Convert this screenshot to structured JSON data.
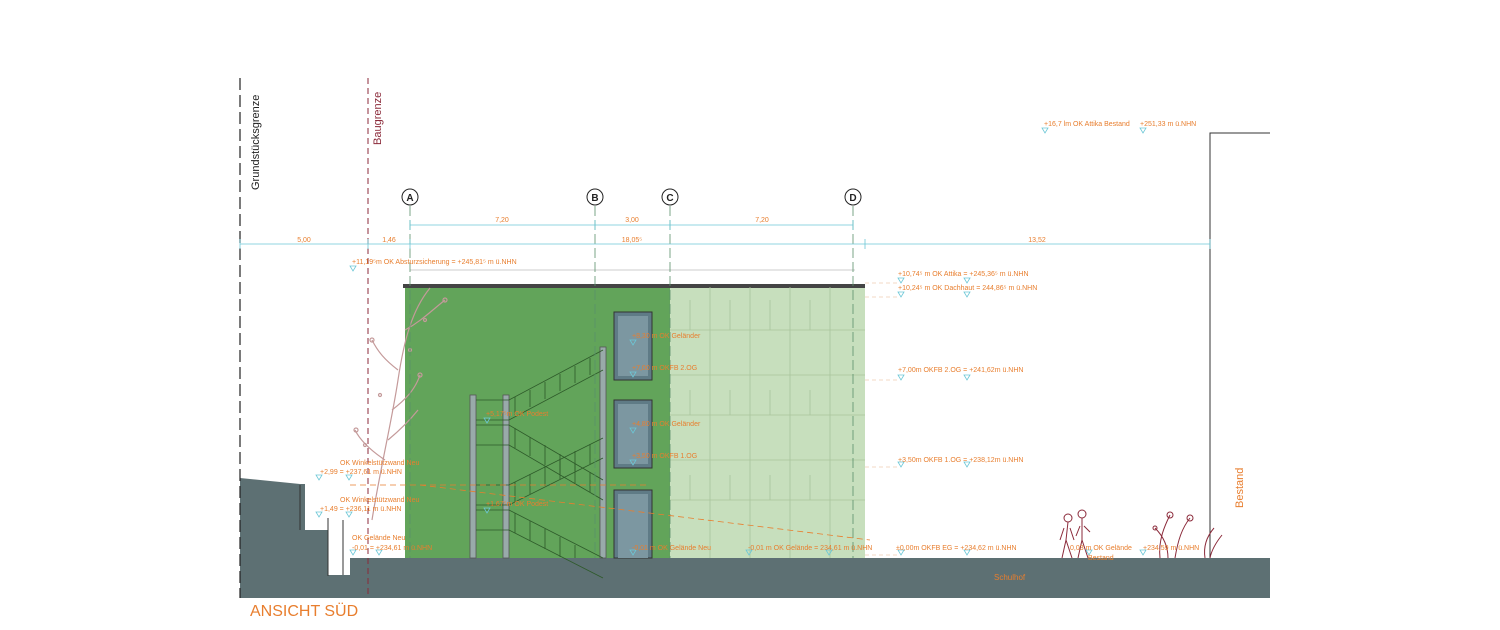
{
  "title": "ANSICHT SÜD",
  "boundary_labels": {
    "plot": "Grundstücksgrenze",
    "building_line": "Baugrenze",
    "existing": "Bestand"
  },
  "ground_label": "Schulhof",
  "axes": [
    "A",
    "B",
    "C",
    "D"
  ],
  "dimensions": {
    "upper": [
      "7,20",
      "3,00",
      "7,20"
    ],
    "lower": [
      "5,00",
      "1,46",
      "18,05⁵",
      "13,52"
    ]
  },
  "levels_right": {
    "attika_bestand": "+16,7 lm OK Attika Bestand",
    "attika_bestand_nhn": "+251,33 m ü.NHN",
    "attika": "+10,74⁵ m OK Attika = +245,36⁵ m ü.NHN",
    "dachhaut": "+10,24⁵ m OK Dachhaut = 244,86⁵ m ü.NHN",
    "okfb_2og": "+7,00m OKFB 2.OG = +241,62m ü.NHN",
    "okfb_1og": "+3,50m OKFB 1.OG = +238,12m ü.NHN",
    "okfb_eg": "±0,00m OKFB EG = +234,62 m ü.NHN",
    "gelaende_bestand": "0,03 m OK Gelände",
    "gelaende_bestand_2": "Bestand",
    "gelaende_bestand_nhn": "+234,59 m ü.NHN"
  },
  "levels_left": {
    "absturz": "+11,19⁵m OK Absturzsicherung = +245,81⁵ m ü.NHN",
    "winkel1_a": "OK Winkelstützwand Neu",
    "winkel1_b": "+2,99 = +237,61 m ü.NHN",
    "winkel2_a": "OK Winkelstützwand Neu",
    "winkel2_b": "+1,49 = +236,11 m ü.NHN",
    "gelaende_neu_a": "OK Gelände Neu",
    "gelaende_neu_b": "-0,01 = +234,61 m ü.NHN"
  },
  "levels_stair": {
    "gelaender_top": "+8,30 m OK Geländer",
    "okfb_2og": "+7,00 m OKFB 2.OG",
    "podest_top": "+5,17⁵m OK Podest",
    "gelaender_mid": "+4,80 m OK Geländer",
    "okfb_1og": "+3,50 m OKFB 1.OG",
    "podest_low": "+1,67⁵m OK Podest",
    "gelaende_neu": "-0,01 m OK Gelände Neu",
    "gelaende_mid": "-0,01 m OK Gelände = 234,61 m ü.NHN"
  },
  "colors": {
    "facade_dark": "#62a45a",
    "facade_light": "#c7dfbd",
    "ground": "#5d7073",
    "annotation": "#e87e2e",
    "boundary": "#8b2a3a"
  }
}
